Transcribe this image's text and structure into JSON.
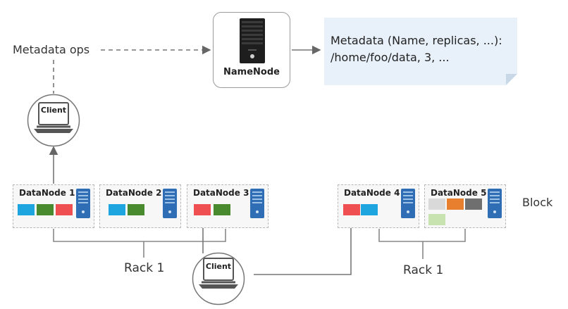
{
  "metadata_ops_label": "Metadata ops",
  "namenode_label": "NameNode",
  "metadata_note": {
    "line1": "Metadata (Name, replicas, ...):",
    "line2": "/home/foo/data, 3, ..."
  },
  "client_label": "Client",
  "block_label": "Block",
  "rack_labels": [
    "Rack 1",
    "Rack 1"
  ],
  "datanodes": [
    {
      "label": "DataNode 1",
      "blocks": [
        "#1ea5e0",
        "#4a8a2e",
        "#ef4f50"
      ]
    },
    {
      "label": "DataNode 2",
      "blocks": [
        "#1ea5e0",
        "#4a8a2e"
      ]
    },
    {
      "label": "DataNode 3",
      "blocks": [
        "#ef4f50",
        "#4a8a2e"
      ]
    },
    {
      "label": "DataNode 4",
      "blocks": [
        "#ef4f50",
        "#1ea5e0"
      ]
    },
    {
      "label": "DataNode 5",
      "blocks": [
        "#d9d9d9",
        "#e87f2e",
        "#6f6f6f",
        "#c8e3b0"
      ]
    }
  ],
  "colors": {
    "block_blue": "#1ea5e0",
    "block_green": "#4a8a2e",
    "block_red": "#ef4f50",
    "block_gray": "#d9d9d9",
    "block_orange": "#e87f2e",
    "block_darkgray": "#6f6f6f",
    "block_lightgreen": "#c8e3b0",
    "server_blue": "#2f6eb5",
    "note_fill": "#e8f1fa"
  }
}
